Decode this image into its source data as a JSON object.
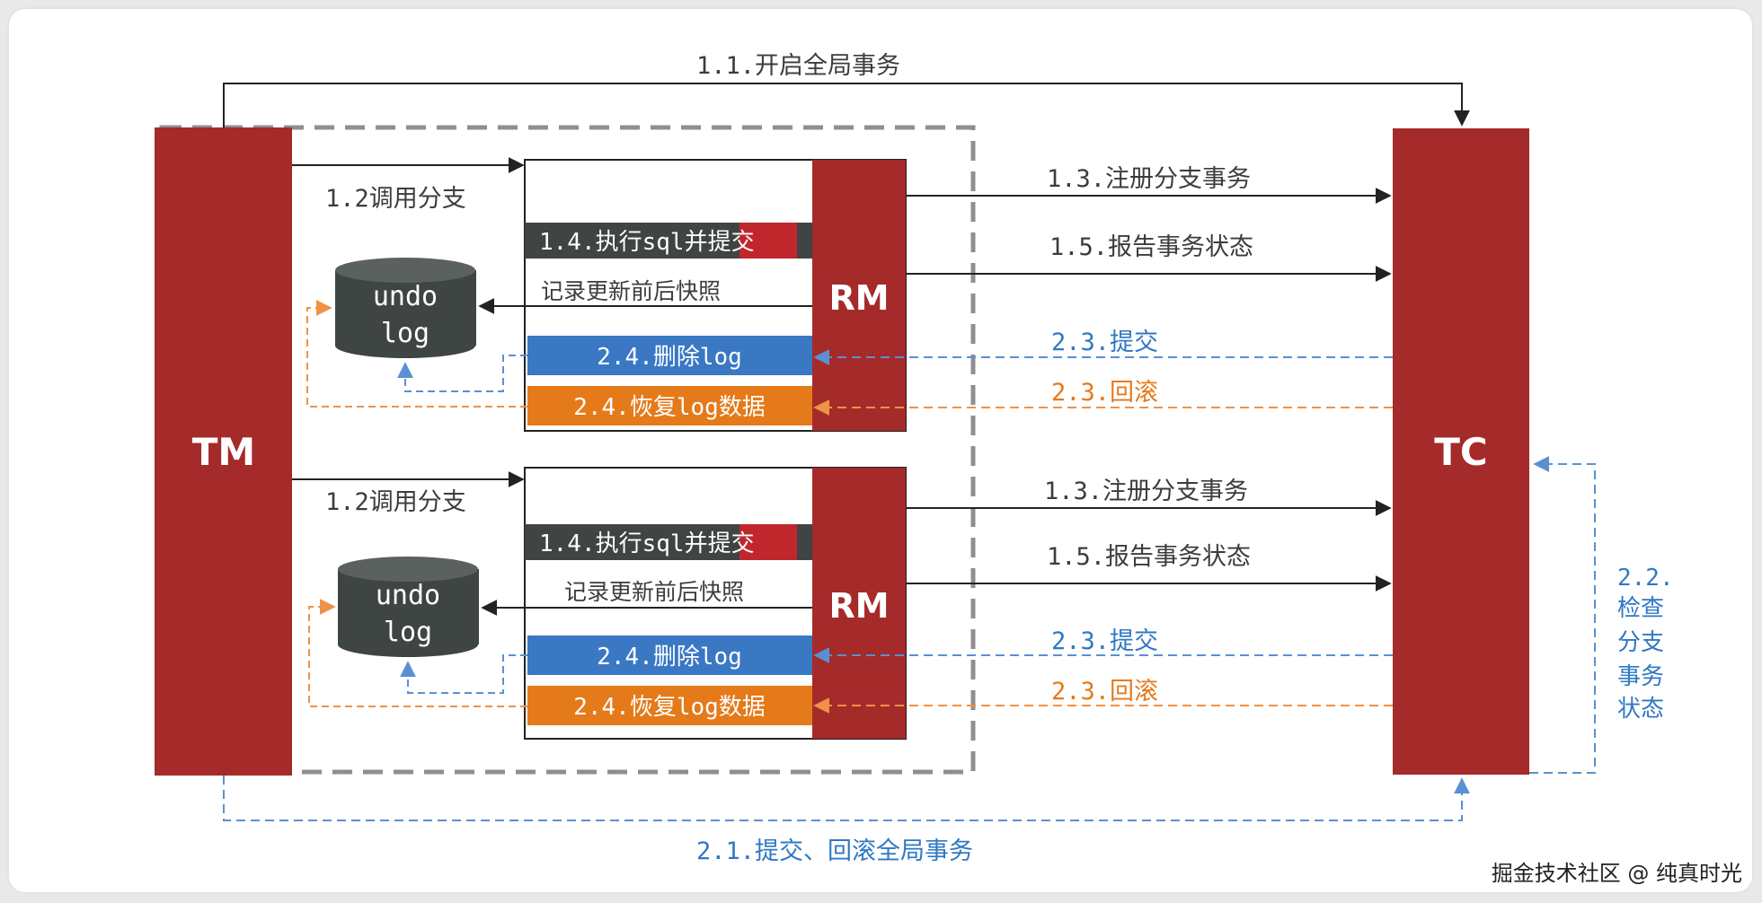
{
  "tm_label": "TM",
  "tc_label": "TC",
  "rm_label": "RM",
  "start_global": "1.1.开启全局事务",
  "commit_rollback_global": "2.1.提交、回滚全局事务",
  "check_branch": [
    "2.2.",
    "检查",
    "分支",
    "事务",
    "状态"
  ],
  "undo_line1": "undo",
  "undo_line2": "log",
  "branches": [
    {
      "invoke": "1.2调用分支",
      "exec_prefix": "1.4.执行sql并",
      "exec_commit": "提交",
      "snapshot": "记录更新前后快照",
      "delete_log": "2.4.删除log",
      "restore_log": "2.4.恢复log数据",
      "register": "1.3.注册分支事务",
      "report": "1.5.报告事务状态",
      "commit": "2.3.提交",
      "rollback": "2.3.回滚"
    },
    {
      "invoke": "1.2调用分支",
      "exec_prefix": "1.4.执行sql并",
      "exec_commit": "提交",
      "snapshot": "记录更新前后快照",
      "delete_log": "2.4.删除log",
      "restore_log": "2.4.恢复log数据",
      "register": "1.3.注册分支事务",
      "report": "1.5.报告事务状态",
      "commit": "2.3.提交",
      "rollback": "2.3.回滚"
    }
  ],
  "watermark": "掘金技术社区 @ 纯真时光",
  "colors": {
    "red": "#a52a2a",
    "dark": "#3f4543",
    "blue": "#3a78c4",
    "orange": "#e57a1a",
    "blue_line": "#6a9bd6",
    "orange_line": "#f0a05a"
  }
}
